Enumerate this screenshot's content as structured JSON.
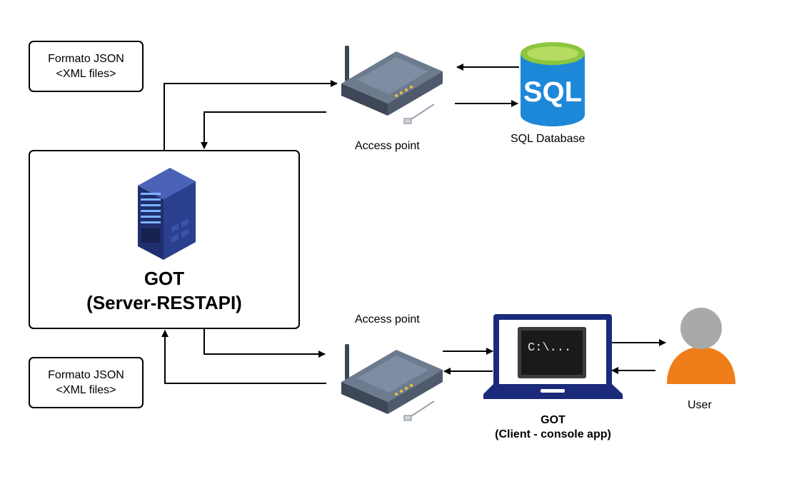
{
  "notes": {
    "top": {
      "line1": "Formato JSON",
      "line2": "<XML files>"
    },
    "bottom": {
      "line1": "Formato JSON",
      "line2": "<XML files>"
    }
  },
  "server": {
    "title": "GOT",
    "subtitle": "(Server-RESTAPI)"
  },
  "access_point_top": {
    "label": "Access point"
  },
  "access_point_bottom": {
    "label": "Access point"
  },
  "database": {
    "label": "SQL Database",
    "icon_text": "SQL"
  },
  "client": {
    "title": "GOT",
    "subtitle": "(Client - console app)",
    "screen_text": "C:\\..."
  },
  "user": {
    "label": "User"
  },
  "colors": {
    "sql_blue": "#1e88d8",
    "sql_top": "#8cc63f",
    "laptop_navy": "#1b2a7a",
    "user_orange": "#ef7d1a",
    "user_gray": "#a9a9a9",
    "server_blue": "#2b3f8f",
    "router_gray": "#5f6e80"
  }
}
